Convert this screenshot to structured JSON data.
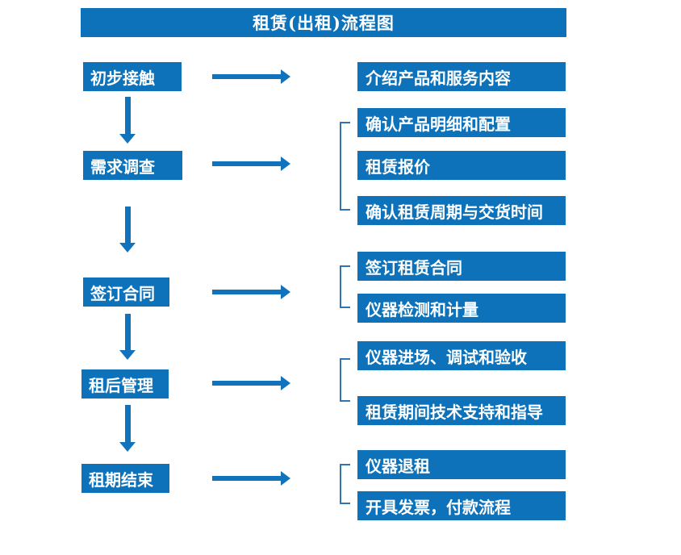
{
  "title": "租赁(出租)流程图",
  "colors": {
    "box_blue": "#0d72b9",
    "arrow_blue": "#1273bd",
    "bracket_blue": "#2e75b6",
    "text": "#ffffff",
    "background": "#ffffff"
  },
  "steps": [
    {
      "label": "初步接触",
      "details": [
        "介绍产品和服务内容"
      ]
    },
    {
      "label": "需求调查",
      "details": [
        "确认产品明细和配置",
        "租赁报价",
        "确认租赁周期与交货时间"
      ]
    },
    {
      "label": "签订合同",
      "details": [
        "签订租赁合同",
        "仪器检测和计量"
      ]
    },
    {
      "label": "租后管理",
      "details": [
        "仪器进场、调试和验收",
        "租赁期间技术支持和指导"
      ]
    },
    {
      "label": "租期结束",
      "details": [
        "仪器退租",
        "开具发票，付款流程"
      ]
    }
  ]
}
